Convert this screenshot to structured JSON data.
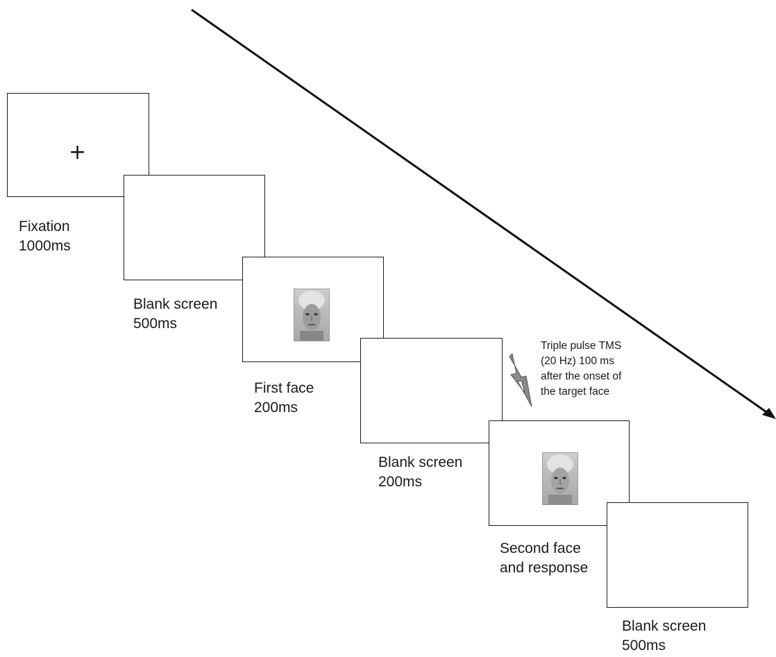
{
  "steps": [
    {
      "label": "Fixation",
      "duration": "1000ms",
      "content": "+"
    },
    {
      "label": "Blank screen",
      "duration": "500ms"
    },
    {
      "label": "First face",
      "duration": "200ms"
    },
    {
      "label": "Blank screen",
      "duration": "200ms"
    },
    {
      "label": "Second face",
      "duration": "and response"
    },
    {
      "label": "Blank screen",
      "duration": "500ms"
    }
  ],
  "tms": {
    "lines": [
      "Triple pulse TMS",
      "(20 Hz) 100 ms",
      "after the onset of",
      "the target face"
    ],
    "icon": "lightning-bolt-icon"
  },
  "time_arrow": {
    "icon": "arrow-down-right-icon"
  },
  "colors": {
    "frame": "#1a1a1a",
    "bolt": "#7a7a7a"
  }
}
